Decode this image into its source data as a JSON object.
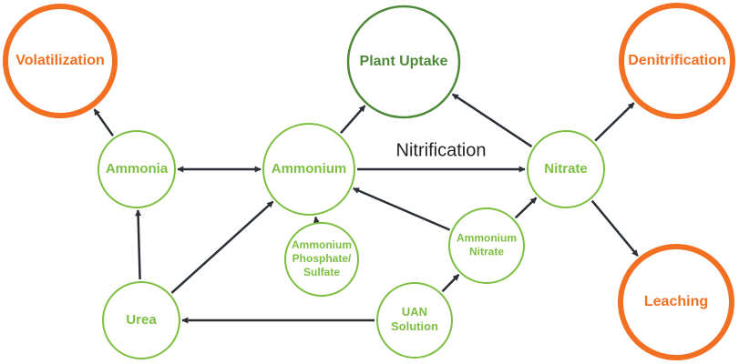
{
  "colors": {
    "orange": "#F36F21",
    "dark_green": "#4E8A3A",
    "light_green": "#7DBF42",
    "arrow": "#2B2F36",
    "label_text": "#222222"
  },
  "nodes": {
    "volatilization": {
      "label": "Volatilization",
      "style": "orange"
    },
    "plant_uptake": {
      "label": "Plant Uptake",
      "style": "dark_green"
    },
    "denitrification": {
      "label": "Denitrification",
      "style": "orange"
    },
    "ammonia": {
      "label": "Ammonia",
      "style": "light_green"
    },
    "ammonium": {
      "label": "Ammonium",
      "style": "light_green"
    },
    "nitrate": {
      "label": "Nitrate",
      "style": "light_green"
    },
    "ammonium_phosphate_sulfate": {
      "label_lines": [
        "Ammonium",
        "Phosphate/",
        "Sulfate"
      ],
      "style": "light_green"
    },
    "ammonium_nitrate": {
      "label_lines": [
        "Ammonium",
        "Nitrate"
      ],
      "style": "light_green"
    },
    "urea": {
      "label": "Urea",
      "style": "light_green"
    },
    "uan_solution": {
      "label_lines": [
        "UAN",
        "Solution"
      ],
      "style": "light_green"
    },
    "leaching": {
      "label": "Leaching",
      "style": "orange"
    }
  },
  "edges": [
    {
      "from": "ammonia",
      "to": "volatilization"
    },
    {
      "from": "ammonium",
      "to": "ammonia",
      "bidirectional": true
    },
    {
      "from": "ammonium",
      "to": "plant_uptake"
    },
    {
      "from": "ammonium",
      "to": "nitrate",
      "label": "Nitrification"
    },
    {
      "from": "nitrate",
      "to": "plant_uptake"
    },
    {
      "from": "nitrate",
      "to": "denitrification"
    },
    {
      "from": "nitrate",
      "to": "leaching"
    },
    {
      "from": "urea",
      "to": "ammonia"
    },
    {
      "from": "urea",
      "to": "ammonium"
    },
    {
      "from": "ammonium_phosphate_sulfate",
      "to": "ammonium"
    },
    {
      "from": "ammonium_nitrate",
      "to": "ammonium"
    },
    {
      "from": "ammonium_nitrate",
      "to": "nitrate"
    },
    {
      "from": "uan_solution",
      "to": "urea"
    },
    {
      "from": "uan_solution",
      "to": "ammonium_nitrate"
    }
  ]
}
